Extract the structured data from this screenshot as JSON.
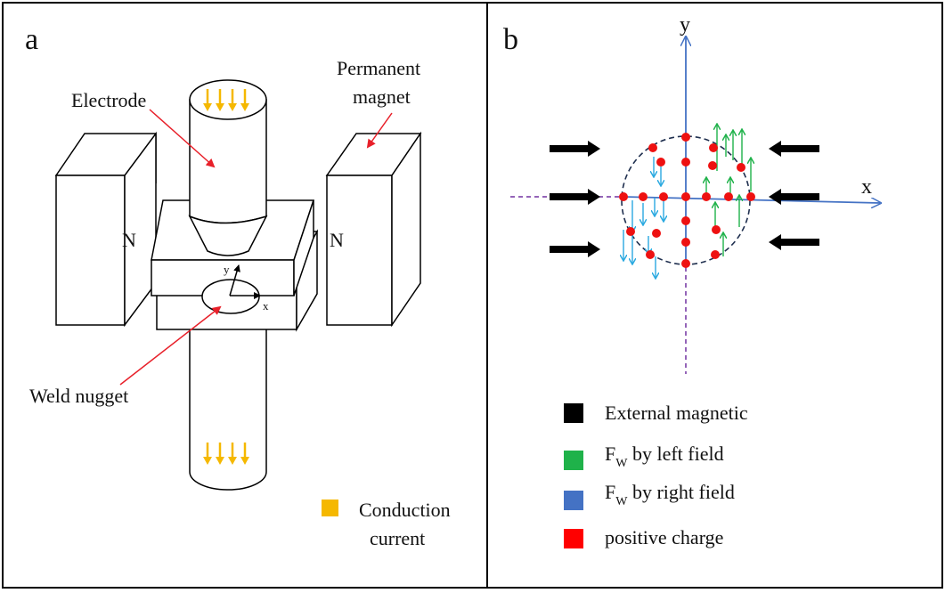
{
  "panel_a": {
    "letter": "a",
    "electrode_label": "Electrode",
    "magnet_label_line1": "Permanent",
    "magnet_label_line2": "magnet",
    "pole_left": "N",
    "pole_right": "N",
    "weld_label": "Weld nugget",
    "axis_x": "x",
    "axis_y": "y",
    "legend_line1": "Conduction",
    "legend_line2": "current",
    "colors": {
      "current": "#f5b800",
      "annotation": "#e8202a"
    }
  },
  "panel_b": {
    "letter": "b",
    "axis_x": "x",
    "axis_y": "y",
    "legend": [
      {
        "text": "External magnetic",
        "sub": "",
        "suffix": "",
        "color": "#000000"
      },
      {
        "text": "F",
        "sub": "W",
        "suffix": " by left field",
        "color": "#1fb24a"
      },
      {
        "text": "F",
        "sub": "W",
        "suffix": " by right field",
        "color": "#4472c4"
      },
      {
        "text": "positive charge",
        "sub": "",
        "suffix": "",
        "color": "#ff0000"
      }
    ],
    "colors": {
      "axis": "#4472c4",
      "axis_dashed": "#7030a0",
      "left_force": "#1fb24a",
      "right_force": "#2aa9e0",
      "charge": "#ee1111",
      "external": "#000000"
    }
  }
}
